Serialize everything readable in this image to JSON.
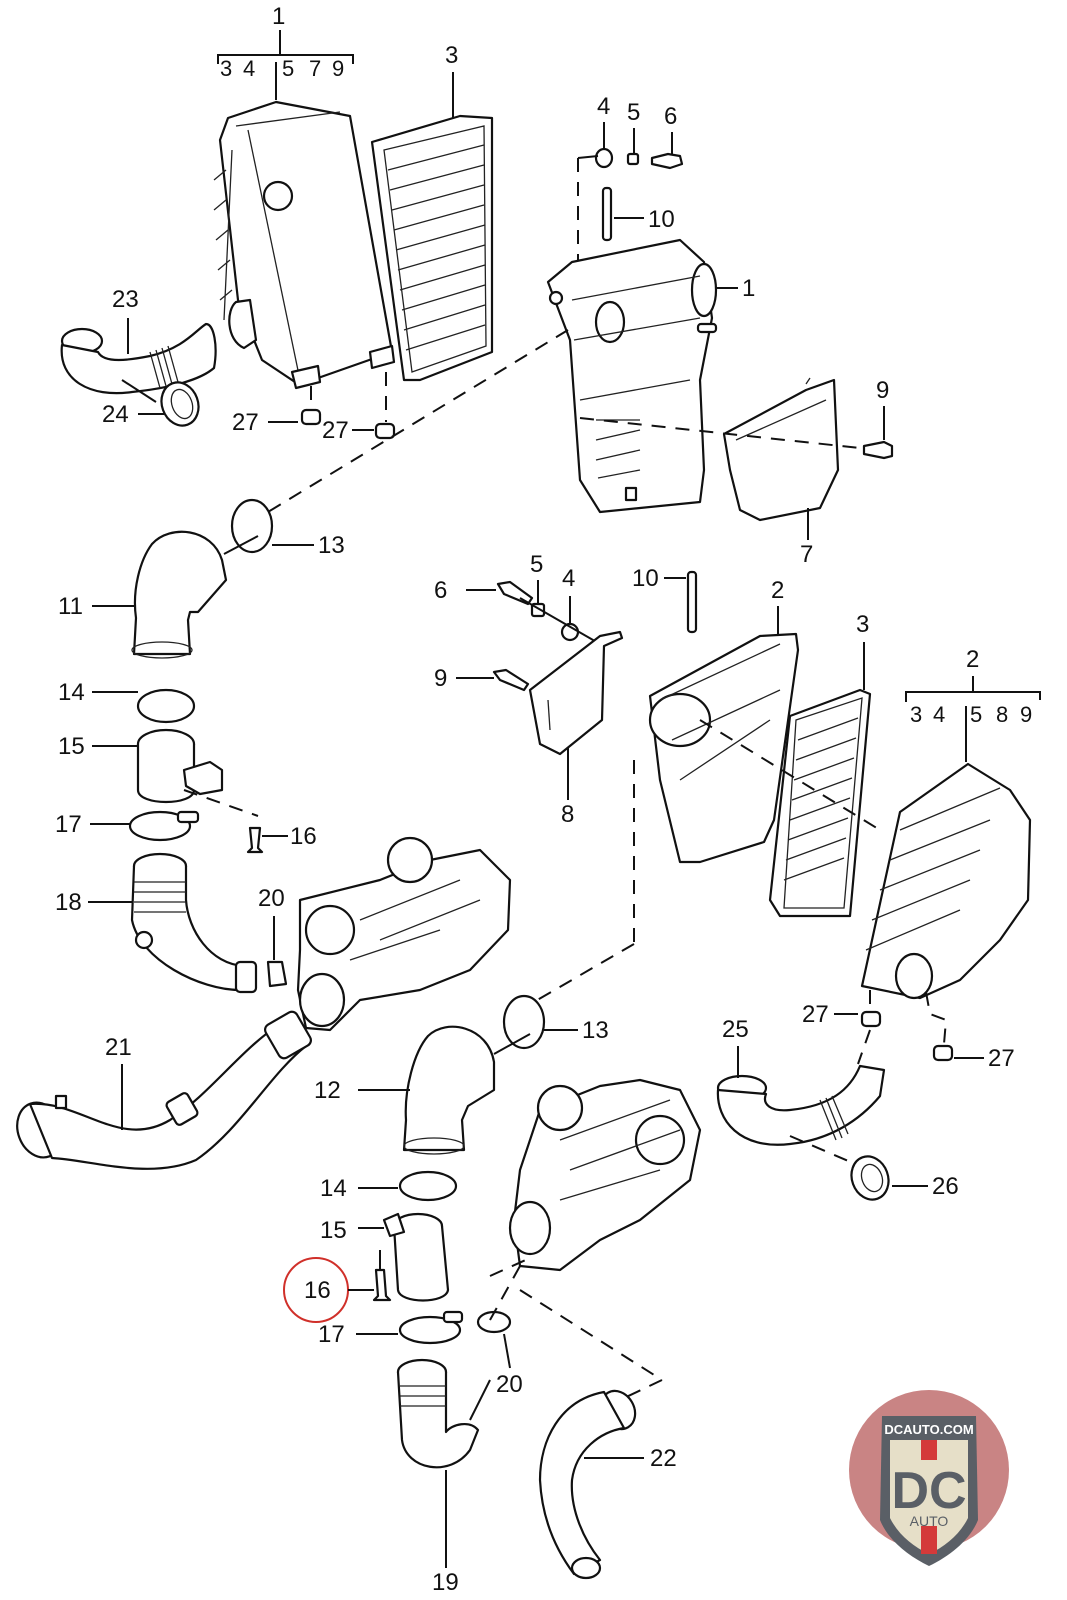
{
  "diagram": {
    "title": "Air intake system exploded parts diagram",
    "callouts": {
      "c1_top": "1",
      "c1_right": "1",
      "c2_mid": "2",
      "c2_right": "2",
      "c3_top": "3",
      "c3_right": "3",
      "c4_top": "4",
      "c4_mid": "4",
      "c5_top": "5",
      "c5_mid": "5",
      "c6_top": "6",
      "c6_mid": "6",
      "c7": "7",
      "c8": "8",
      "c9_top": "9",
      "c9_mid": "9",
      "c10_top": "10",
      "c10_mid": "10",
      "c11": "11",
      "c12": "12",
      "c13_top": "13",
      "c13_bot": "13",
      "c14_top": "14",
      "c14_bot": "14",
      "c15_top": "15",
      "c15_bot": "15",
      "c16_top": "16",
      "c16_bot": "16",
      "c17_top": "17",
      "c17_bot": "17",
      "c18": "18",
      "c19": "19",
      "c20_top": "20",
      "c20_bot": "20",
      "c21": "21",
      "c22": "22",
      "c23": "23",
      "c24": "24",
      "c25": "25",
      "c26": "26",
      "c27_a": "27",
      "c27_b": "27",
      "c27_c": "27",
      "c27_d": "27"
    },
    "bracket_groups": {
      "group1": {
        "parent": "1",
        "items": [
          "3",
          "4",
          "5",
          "7",
          "9"
        ]
      },
      "group2": {
        "parent": "2",
        "items": [
          "3",
          "4",
          "5",
          "8",
          "9"
        ]
      }
    },
    "highlighted_part": "16",
    "highlight_color": "#d0302a"
  },
  "logo": {
    "site": "DCAUTO.COM",
    "letters": "DC",
    "sub": "AUTO",
    "colors": {
      "bg": "#c98484",
      "shield": "#5a5f66",
      "inner": "#e6dfc8",
      "stripe": "#d43a3a"
    }
  }
}
